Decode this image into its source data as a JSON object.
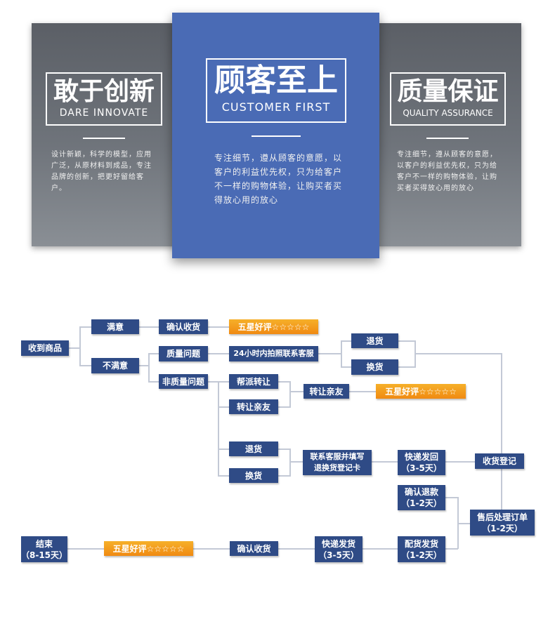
{
  "cards": [
    {
      "cn": "敢于创新",
      "en": "DARE INNOVATE",
      "desc": "设计新颖，科学的模型，应用广泛，从原材料到成品，专注品牌的创新，把更好留给客户。"
    },
    {
      "cn": "顾客至上",
      "en": "CUSTOMER FIRST",
      "desc": "专注细节，遵从顾客的意愿，以客户的利益优先权，只为给客户不一样的购物体验，让购买者买得放心用的放心"
    },
    {
      "cn": "质量保证",
      "en": "QUALITY ASSURANCE",
      "desc": "专注细节，遵从顾客的意愿，以客户的利益优先权，只为给客户不一样的购物体验，让购买者买得放心用的放心"
    }
  ],
  "flow": {
    "receive": "收到商品",
    "satisfied": "满意",
    "unsatisfied": "不满意",
    "confirm1": "确认收货",
    "five_star1": "五星好评☆☆☆☆☆",
    "quality": "质量问题",
    "contact24": "24小时内拍照联系客服",
    "return1": "退货",
    "exchange1": "换货",
    "nonquality": "非质量问题",
    "assign": "帮派转让",
    "transfer": "转让亲友",
    "transfer2": "转让亲友",
    "five_star2": "五星好评☆☆☆☆☆",
    "return2": "退货",
    "exchange2": "换货",
    "fill_card": "联系客服并填写\n退换货登记卡",
    "express_back": "快递发回\n（3-5天）",
    "receipt_reg": "收货登记",
    "refund": "确认退款\n（1-2天）",
    "aftersale": "售后处理订单\n（1-2天）",
    "allocate": "配货发货\n（1-2天）",
    "express_send": "快递发货\n（3-5天）",
    "confirm2": "确认收货",
    "five_star3": "五星好评☆☆☆☆☆",
    "end": "结束\n（8-15天）"
  }
}
